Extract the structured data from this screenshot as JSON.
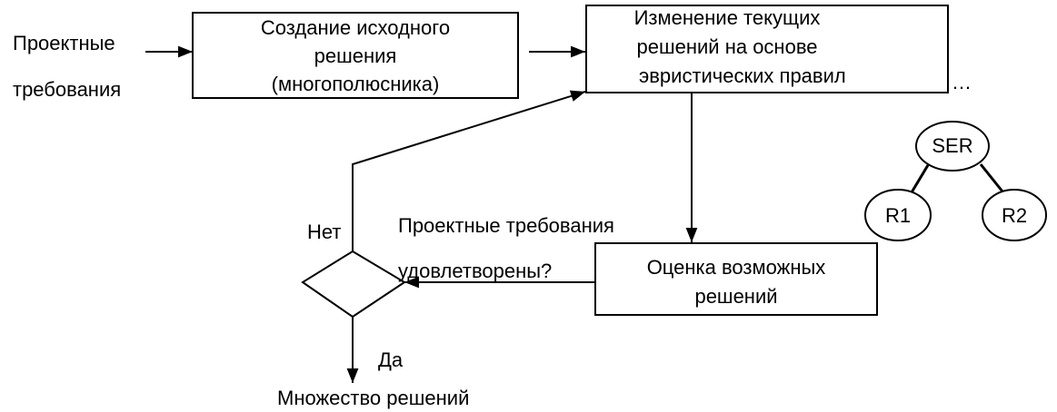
{
  "input_label": {
    "line1": "Проектные",
    "line2": "требования"
  },
  "box_create": {
    "line1": "Создание исходного",
    "line2": "решения",
    "line3": "(многополюсника)"
  },
  "box_change": {
    "line1": "Изменение текущих",
    "line2": "решений на основе",
    "line3": "эвристических правил"
  },
  "ellipsis": "…",
  "tree": {
    "root": "SER",
    "left": "R1",
    "right": "R2"
  },
  "box_eval": {
    "line1": "Оценка возможных",
    "line2": "решений"
  },
  "decision": {
    "question_line1": "Проектные требования",
    "question_line2": "удовлетворены?",
    "no": "Нет",
    "yes": "Да"
  },
  "output_label": "Множество решений",
  "colors": {
    "stroke": "#000000",
    "background": "#ffffff"
  }
}
